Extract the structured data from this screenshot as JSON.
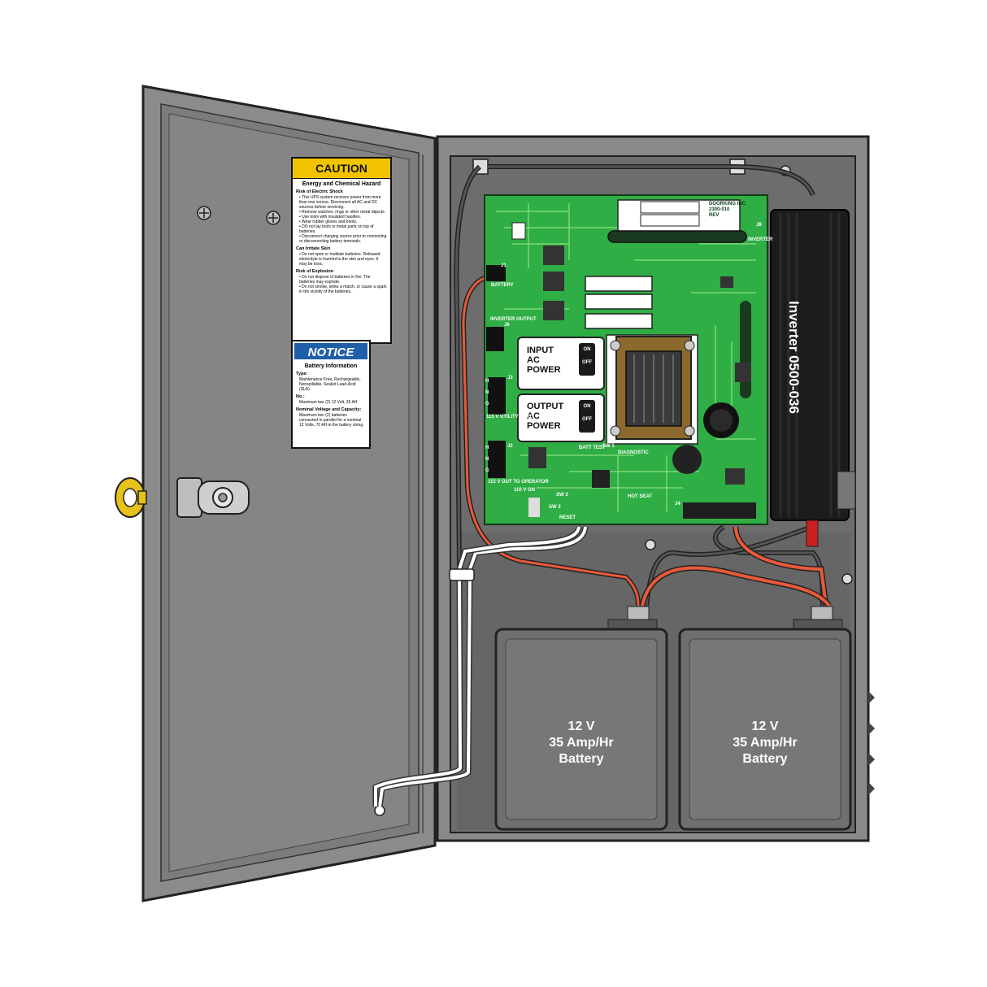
{
  "caution_label": {
    "header": "CAUTION",
    "subtitle": "Energy and Chemical Hazard",
    "sections": [
      {
        "heading": "Risk of Electric Shock",
        "text": "• This UPS system receives power from more than one source. Disconnect all AC and DC sources before servicing.\n• Remove watches, rings or other metal objects.\n• Use tools with insulated handles.\n• Wear rubber gloves and boots.\n• DO not lay tools or metal parts on top of batteries.\n• Disconnect charging source prior to connecting or disconnecting battery terminals."
      },
      {
        "heading": "Can Irritate Skin",
        "text": "• Do not open or mutilate batteries. Released electrolyte is harmful to the skin and eyes. It may be toxic."
      },
      {
        "heading": "Risk of Explosion",
        "text": "• Do not dispose of batteries in fire. The batteries may explode.\n• Do not smoke, strike a match, or cause a spark in the vicinity of the batteries."
      }
    ]
  },
  "notice_label": {
    "header": "NOTICE",
    "subtitle": "Battery Information",
    "rows": [
      {
        "key": "Type:",
        "value": "Maintenance Free, Rechargeable, Nonspillable, Sealed Lead-Acid (SLA)."
      },
      {
        "key": "No.:",
        "value": "Maximum two (2) 12 Volt, 35 AH"
      },
      {
        "key": "Nominal Voltage and Capacity:",
        "value": "Maximum two (2) batteries connected in parallel for a nominal 12 Volts, 70 AH in the battery string."
      }
    ]
  },
  "board": {
    "maker": "DOORKING INC.",
    "part": "2300-010",
    "rev": "REV",
    "input_label": "INPUT\nAC\nPOWER",
    "output_label": "OUTPUT\nAC\nPOWER",
    "switch_on": "ON",
    "switch_off": "OFF",
    "j1": "J1",
    "j2": "J2",
    "j3": "J3",
    "j4": "J4",
    "j6": "J6",
    "j8": "J8",
    "battery": "BATTERY",
    "inverter_output": "INVERTER OUTPUT",
    "inverter": "INVERTER",
    "utility_input": "115 V UTILITY INPUT",
    "out_to_operator": "115 V OUT TO OPERATOR",
    "v110_on": "110 V ON",
    "batt_test": "BATT TEST",
    "sw1": "SW 1",
    "sw2": "SW 2",
    "sw3": "SW 3",
    "diagnostic": "DIAGNOSTIC",
    "hot_seat": "HOT SEAT",
    "reset": "RESET",
    "terminal_h": "H",
    "terminal_n": "N",
    "terminal_g": "G"
  },
  "inverter_model": "Inverter 0500-036",
  "batteries": [
    {
      "label": "12 V\n35 Amp/Hr\nBattery"
    },
    {
      "label": "12 V\n35 Amp/Hr\nBattery"
    }
  ],
  "colors": {
    "enclosure": "#8a8a8a",
    "interior": "#6b6b6b",
    "board": "#2fae45",
    "caution": "#f2c400",
    "notice": "#1f5fa8",
    "key": "#e6c21a"
  }
}
